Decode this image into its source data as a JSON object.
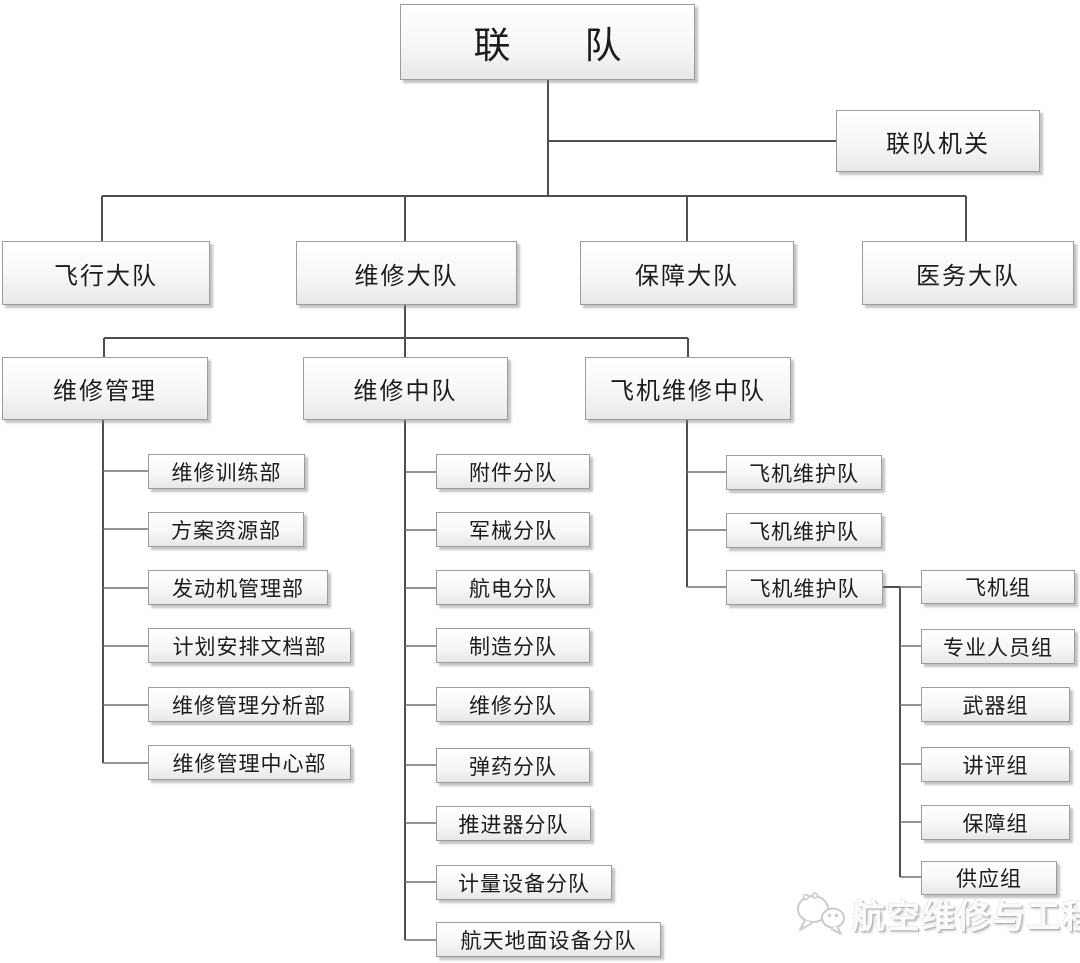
{
  "org_chart": {
    "root": {
      "label": "联　　队"
    },
    "headquarters": {
      "label": "联队机关"
    },
    "groups": [
      {
        "label": "飞行大队"
      },
      {
        "label": "维修大队"
      },
      {
        "label": "保障大队"
      },
      {
        "label": "医务大队"
      }
    ],
    "maintenance_group_children": [
      {
        "label": "维修管理"
      },
      {
        "label": "维修中队"
      },
      {
        "label": "飞机维修中队"
      }
    ],
    "maintenance_management_departments": [
      "维修训练部",
      "方案资源部",
      "发动机管理部",
      "计划安排文档部",
      "维修管理分析部",
      "维修管理中心部"
    ],
    "maintenance_squadron_units": [
      "附件分队",
      "军械分队",
      "航电分队",
      "制造分队",
      "维修分队",
      "弹药分队",
      "推进器分队",
      "计量设备分队",
      "航天地面设备分队"
    ],
    "aircraft_squadron_teams": [
      "飞机维护队",
      "飞机维护队",
      "飞机维护队"
    ],
    "maintenance_team_groups": [
      "飞机组",
      "专业人员组",
      "武器组",
      "讲评组",
      "保障组",
      "供应组"
    ]
  },
  "watermark": {
    "label": "航空维修与工程",
    "icon": "wechat-icon",
    "line_color": "#4f4f4f",
    "branch_color": "#6e6e6e"
  }
}
